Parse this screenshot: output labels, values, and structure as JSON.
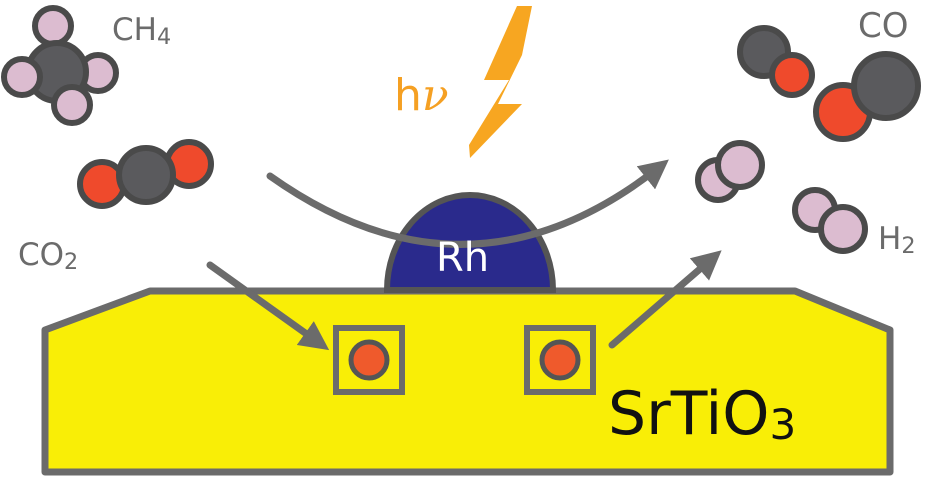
{
  "labels": {
    "methane_formula": "CH",
    "methane_subscript": "4",
    "co2_formula": "CO",
    "co2_subscript": "2",
    "co_formula": "CO",
    "h2_formula": "H",
    "h2_subscript": "2",
    "light_h": "h",
    "light_nu": "ν",
    "catalyst": "Rh",
    "support_formula": "SrTiO",
    "support_subscript": "3"
  },
  "colors": {
    "support_fill": "#f9ee06",
    "support_stroke": "#6b6b6b",
    "rh_fill": "#2a2a8c",
    "carbon": "#5a5a5d",
    "oxygen": "#ef4a2c",
    "hydrogen": "#dcbcd0",
    "atom_outline": "#4a4a4a",
    "arrow": "#6b6b6b",
    "lightning": "#f7a621",
    "site_box": "#6b6b6b",
    "site_atom": "#ef5a2c"
  },
  "icons": {
    "light": "lightning-bolt-icon",
    "methane": "methane-molecule-icon",
    "co2": "carbon-dioxide-molecule-icon",
    "co": "carbon-monoxide-molecule-icon",
    "h2": "hydrogen-molecule-icon",
    "oxygen_vacancy_site": "lattice-oxygen-site-icon"
  }
}
